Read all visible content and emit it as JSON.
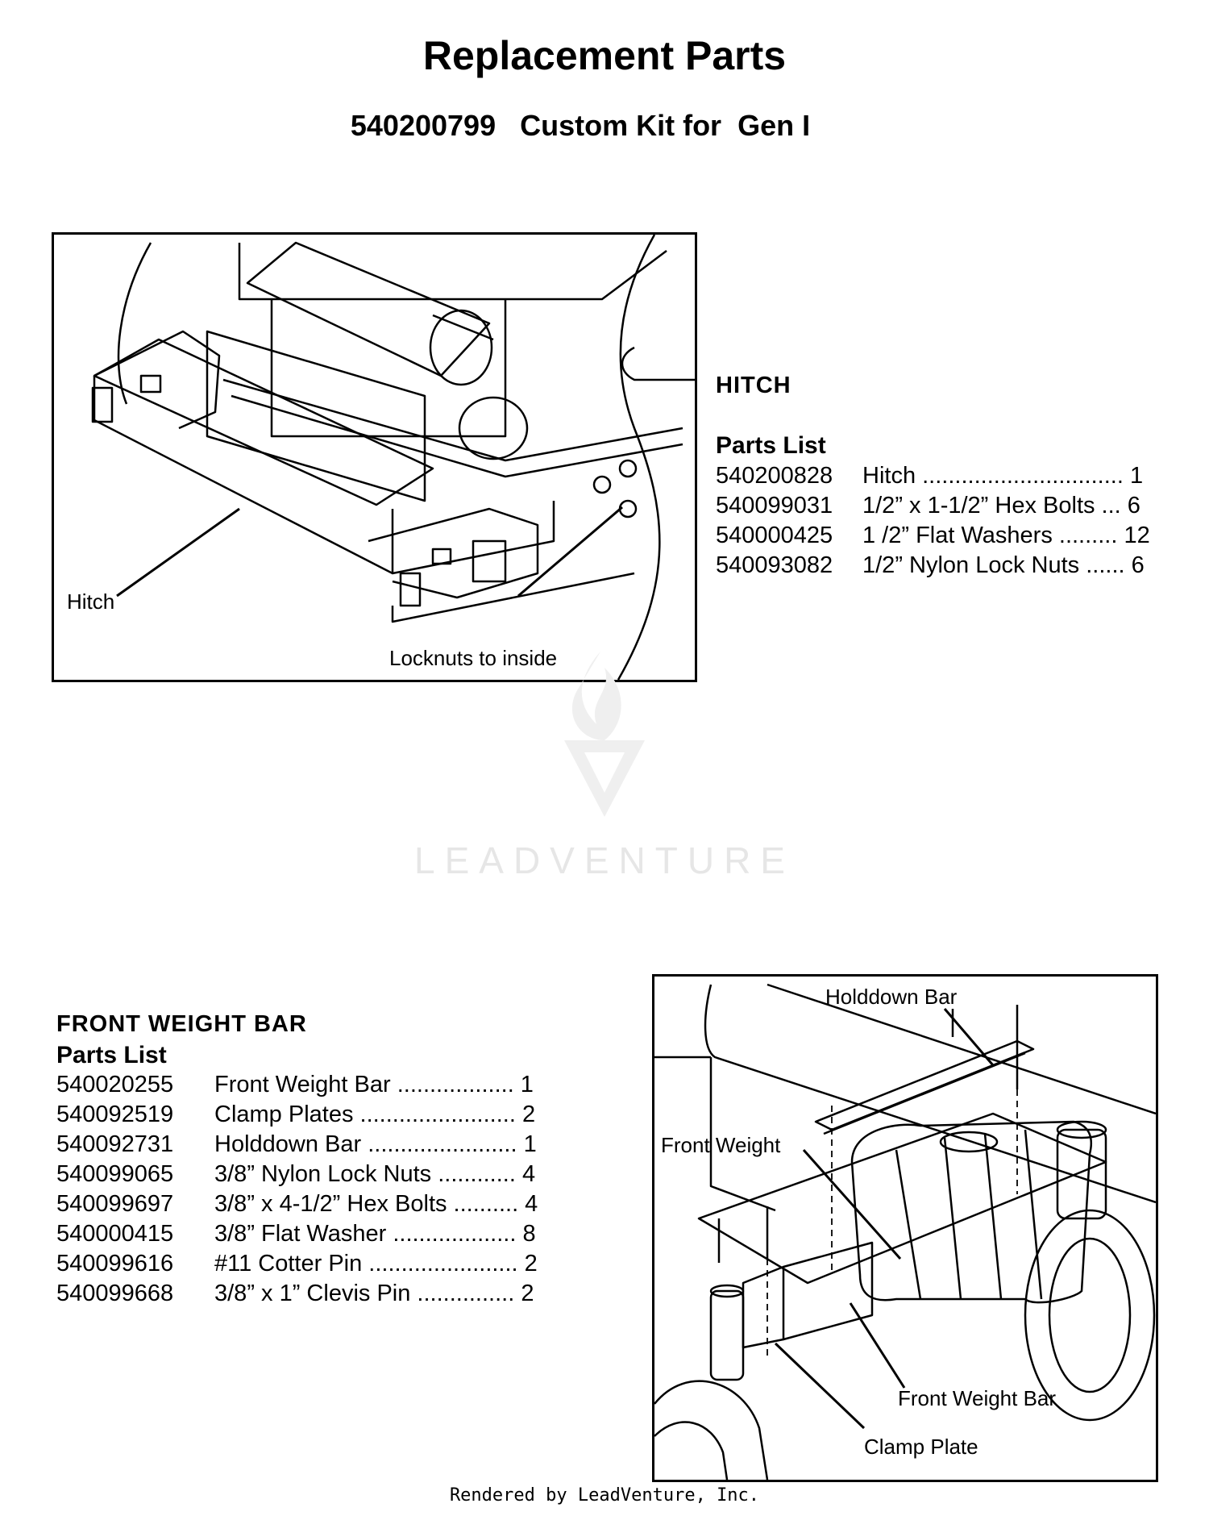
{
  "header": {
    "title": "Replacement Parts",
    "subtitle": "540200799   Custom Kit for  Gen I"
  },
  "hitch_figure": {
    "callout_hitch": "Hitch",
    "callout_locknuts": "Locknuts to inside"
  },
  "hitch_section": {
    "heading": "HITCH",
    "parts_list_label": "Parts List",
    "parts": [
      {
        "part_number": "540200828",
        "description": "Hitch ............................... 1"
      },
      {
        "part_number": "540099031",
        "description": "1/2” x 1-1/2” Hex Bolts ... 6"
      },
      {
        "part_number": "540000425",
        "description": "1 /2” Flat Washers ......... 12"
      },
      {
        "part_number": "540093082",
        "description": "1/2” Nylon Lock Nuts ...... 6"
      }
    ]
  },
  "weight_section": {
    "heading": "FRONT WEIGHT BAR",
    "parts_list_label": "Parts List",
    "parts": [
      {
        "part_number": "540020255",
        "description": "Front Weight Bar .................. 1"
      },
      {
        "part_number": "540092519",
        "description": "Clamp Plates ........................ 2"
      },
      {
        "part_number": "540092731",
        "description": "Holddown Bar ....................... 1"
      },
      {
        "part_number": "540099065",
        "description": "3/8” Nylon Lock Nuts ............ 4"
      },
      {
        "part_number": "540099697",
        "description": "3/8” x 4-1/2” Hex Bolts .......... 4"
      },
      {
        "part_number": "540000415",
        "description": "3/8” Flat Washer ................... 8"
      },
      {
        "part_number": "540099616",
        "description": "#11 Cotter Pin ....................... 2"
      },
      {
        "part_number": "540099668",
        "description": "3/8” x 1” Clevis Pin ............... 2"
      }
    ]
  },
  "weight_figure": {
    "callout_holddown": "Holddown Bar",
    "callout_front_weight": "Front Weight",
    "callout_front_weight_bar": "Front Weight Bar",
    "callout_clamp_plate": "Clamp Plate"
  },
  "watermark": {
    "text": "LEADVENTURE"
  },
  "footer": {
    "text": "Rendered by LeadVenture, Inc."
  }
}
